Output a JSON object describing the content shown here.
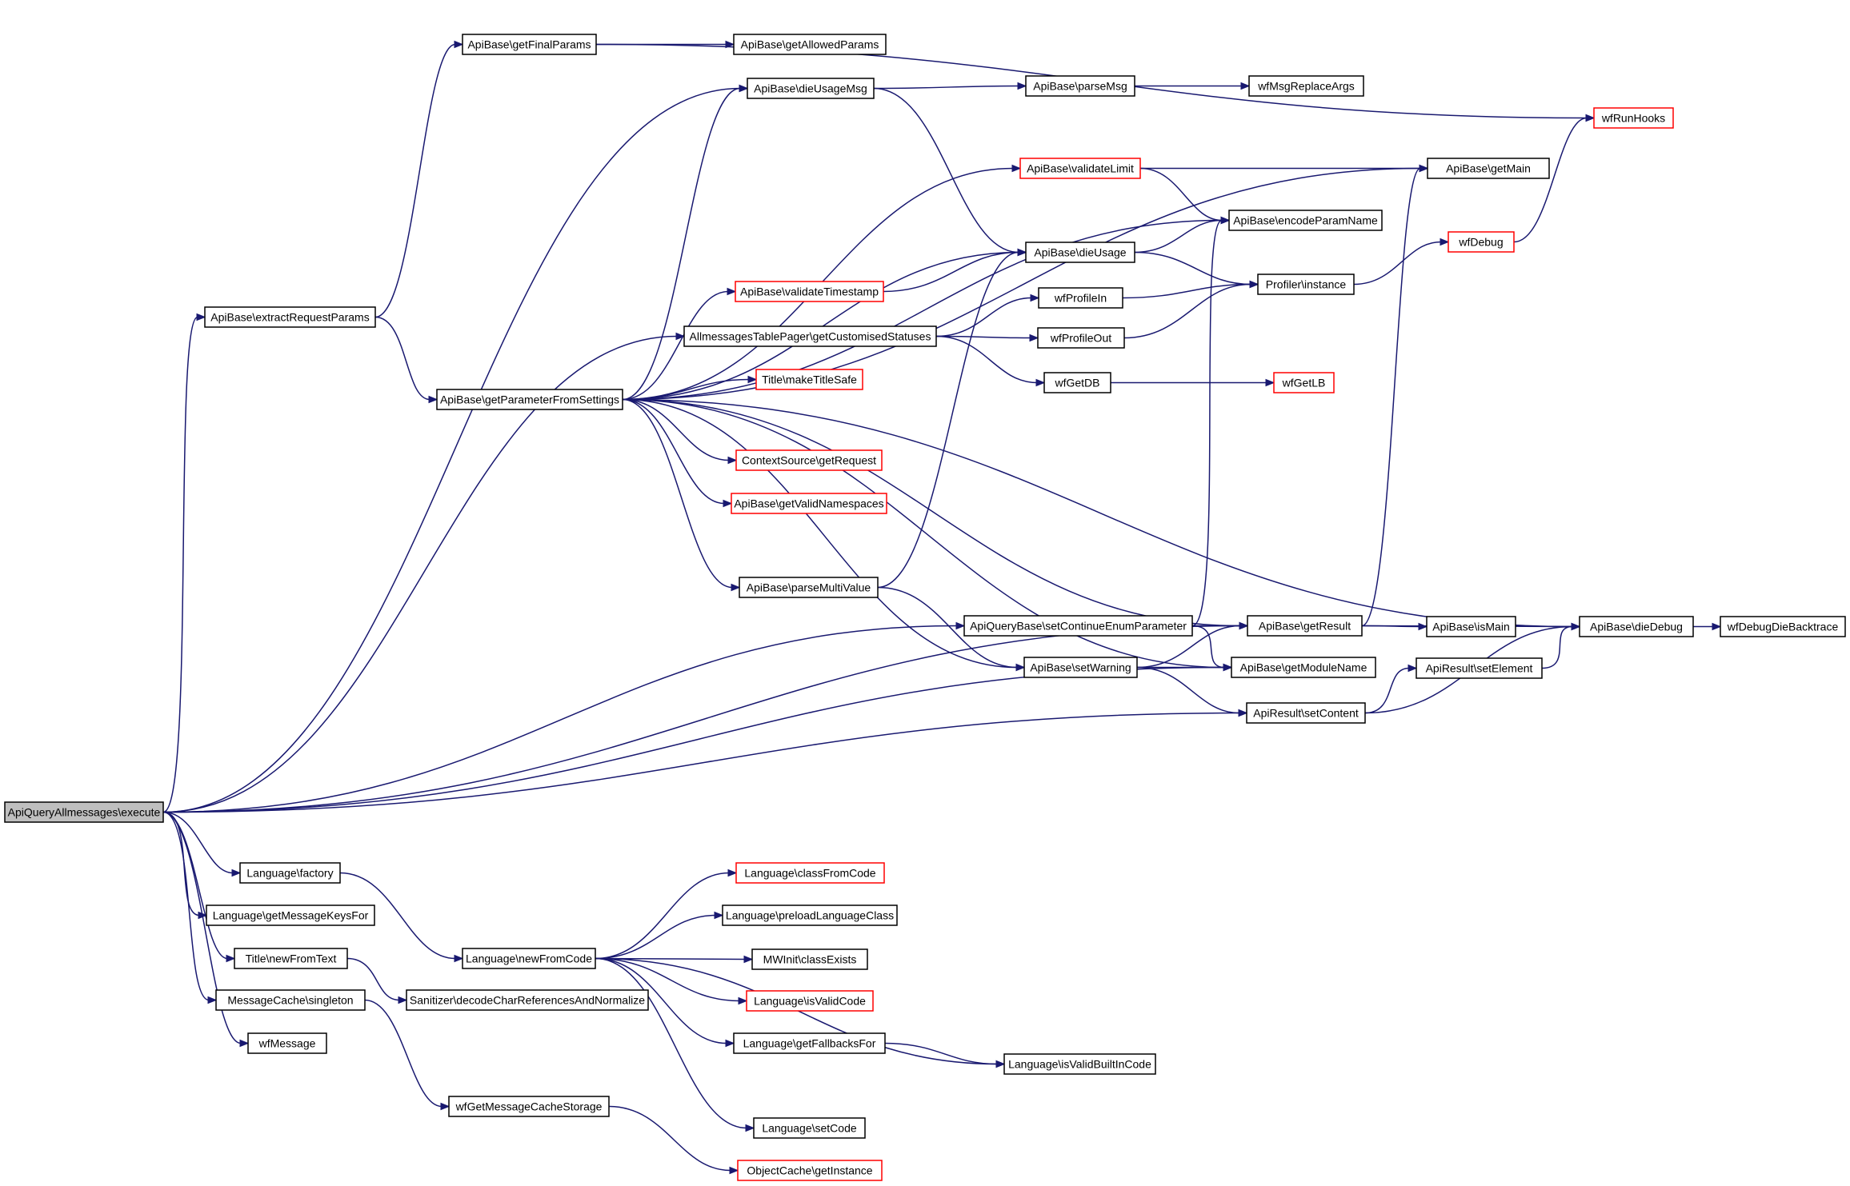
{
  "colors": {
    "edge": "#191970",
    "border_normal": "#000000",
    "border_truncated": "#ff0000",
    "root_fill": "#bfbfbf",
    "background": "#ffffff"
  },
  "nodes": [
    {
      "id": "root",
      "label": "ApiQueryAllmessages\\execute",
      "style": "root"
    },
    {
      "id": "getFinalParams",
      "label": "ApiBase\\getFinalParams",
      "style": "normal"
    },
    {
      "id": "getAllowedParams",
      "label": "ApiBase\\getAllowedParams",
      "style": "normal"
    },
    {
      "id": "dieUsageMsg",
      "label": "ApiBase\\dieUsageMsg",
      "style": "normal"
    },
    {
      "id": "parseMsg",
      "label": "ApiBase\\parseMsg",
      "style": "normal"
    },
    {
      "id": "wfMsgReplaceArgs",
      "label": "wfMsgReplaceArgs",
      "style": "normal"
    },
    {
      "id": "wfRunHooks",
      "label": "wfRunHooks",
      "style": "red"
    },
    {
      "id": "validateLimit",
      "label": "ApiBase\\validateLimit",
      "style": "red"
    },
    {
      "id": "getMain",
      "label": "ApiBase\\getMain",
      "style": "normal"
    },
    {
      "id": "encodeParamName",
      "label": "ApiBase\\encodeParamName",
      "style": "normal"
    },
    {
      "id": "dieUsage",
      "label": "ApiBase\\dieUsage",
      "style": "normal"
    },
    {
      "id": "wfDebug",
      "label": "wfDebug",
      "style": "red"
    },
    {
      "id": "validateTimestamp",
      "label": "ApiBase\\validateTimestamp",
      "style": "red"
    },
    {
      "id": "profilerInstance",
      "label": "Profiler\\instance",
      "style": "normal"
    },
    {
      "id": "wfProfileIn",
      "label": "wfProfileIn",
      "style": "normal"
    },
    {
      "id": "extractRequestParams",
      "label": "ApiBase\\extractRequestParams",
      "style": "normal"
    },
    {
      "id": "getCustomisedStatuses",
      "label": "AllmessagesTablePager\\getCustomisedStatuses",
      "style": "normal"
    },
    {
      "id": "wfProfileOut",
      "label": "wfProfileOut",
      "style": "normal"
    },
    {
      "id": "getParameterFromSettings",
      "label": "ApiBase\\getParameterFromSettings",
      "style": "normal"
    },
    {
      "id": "makeTitleSafe",
      "label": "Title\\makeTitleSafe",
      "style": "red"
    },
    {
      "id": "wfGetDB",
      "label": "wfGetDB",
      "style": "normal"
    },
    {
      "id": "wfGetLB",
      "label": "wfGetLB",
      "style": "red"
    },
    {
      "id": "getRequest",
      "label": "ContextSource\\getRequest",
      "style": "red"
    },
    {
      "id": "getValidNamespaces",
      "label": "ApiBase\\getValidNamespaces",
      "style": "red"
    },
    {
      "id": "parseMultiValue",
      "label": "ApiBase\\parseMultiValue",
      "style": "normal"
    },
    {
      "id": "setContinueEnumParameter",
      "label": "ApiQueryBase\\setContinueEnumParameter",
      "style": "normal"
    },
    {
      "id": "getResult",
      "label": "ApiBase\\getResult",
      "style": "normal"
    },
    {
      "id": "isMain",
      "label": "ApiBase\\isMain",
      "style": "normal"
    },
    {
      "id": "dieDebug",
      "label": "ApiBase\\dieDebug",
      "style": "normal"
    },
    {
      "id": "wfDebugDieBacktrace",
      "label": "wfDebugDieBacktrace",
      "style": "normal"
    },
    {
      "id": "setWarning",
      "label": "ApiBase\\setWarning",
      "style": "normal"
    },
    {
      "id": "getModuleName",
      "label": "ApiBase\\getModuleName",
      "style": "normal"
    },
    {
      "id": "setElement",
      "label": "ApiResult\\setElement",
      "style": "normal"
    },
    {
      "id": "setContent",
      "label": "ApiResult\\setContent",
      "style": "normal"
    },
    {
      "id": "langFactory",
      "label": "Language\\factory",
      "style": "normal"
    },
    {
      "id": "classFromCode",
      "label": "Language\\classFromCode",
      "style": "red"
    },
    {
      "id": "getMessageKeysFor",
      "label": "Language\\getMessageKeysFor",
      "style": "normal"
    },
    {
      "id": "preloadLanguageClass",
      "label": "Language\\preloadLanguageClass",
      "style": "normal"
    },
    {
      "id": "titleNewFromText",
      "label": "Title\\newFromText",
      "style": "normal"
    },
    {
      "id": "newFromCode",
      "label": "Language\\newFromCode",
      "style": "normal"
    },
    {
      "id": "classExists",
      "label": "MWInit\\classExists",
      "style": "normal"
    },
    {
      "id": "messageCacheSingleton",
      "label": "MessageCache\\singleton",
      "style": "normal"
    },
    {
      "id": "decodeChar",
      "label": "Sanitizer\\decodeCharReferencesAndNormalize",
      "style": "normal"
    },
    {
      "id": "isValidCode",
      "label": "Language\\isValidCode",
      "style": "red"
    },
    {
      "id": "wfMessage",
      "label": "wfMessage",
      "style": "normal"
    },
    {
      "id": "getFallbacksFor",
      "label": "Language\\getFallbacksFor",
      "style": "normal"
    },
    {
      "id": "isValidBuiltInCode",
      "label": "Language\\isValidBuiltInCode",
      "style": "normal"
    },
    {
      "id": "wfGetMessageCacheStorage",
      "label": "wfGetMessageCacheStorage",
      "style": "normal"
    },
    {
      "id": "setCode",
      "label": "Language\\setCode",
      "style": "normal"
    },
    {
      "id": "objectCacheGetInstance",
      "label": "ObjectCache\\getInstance",
      "style": "red"
    }
  ],
  "edges": [
    [
      "root",
      "dieUsageMsg"
    ],
    [
      "root",
      "extractRequestParams"
    ],
    [
      "root",
      "getCustomisedStatuses"
    ],
    [
      "root",
      "setContinueEnumParameter"
    ],
    [
      "root",
      "getResult"
    ],
    [
      "root",
      "getModuleName"
    ],
    [
      "root",
      "setContent"
    ],
    [
      "root",
      "langFactory"
    ],
    [
      "root",
      "getMessageKeysFor"
    ],
    [
      "root",
      "titleNewFromText"
    ],
    [
      "root",
      "messageCacheSingleton"
    ],
    [
      "root",
      "wfMessage"
    ],
    [
      "getFinalParams",
      "getAllowedParams"
    ],
    [
      "getFinalParams",
      "wfRunHooks"
    ],
    [
      "dieUsageMsg",
      "parseMsg"
    ],
    [
      "dieUsageMsg",
      "dieUsage"
    ],
    [
      "parseMsg",
      "wfMsgReplaceArgs"
    ],
    [
      "validateLimit",
      "getMain"
    ],
    [
      "validateLimit",
      "encodeParamName"
    ],
    [
      "dieUsage",
      "encodeParamName"
    ],
    [
      "dieUsage",
      "profilerInstance"
    ],
    [
      "wfDebug",
      "wfRunHooks"
    ],
    [
      "validateTimestamp",
      "dieUsage"
    ],
    [
      "profilerInstance",
      "wfDebug"
    ],
    [
      "wfProfileIn",
      "profilerInstance"
    ],
    [
      "extractRequestParams",
      "getFinalParams"
    ],
    [
      "extractRequestParams",
      "getParameterFromSettings"
    ],
    [
      "getCustomisedStatuses",
      "wfProfileIn"
    ],
    [
      "getCustomisedStatuses",
      "wfProfileOut"
    ],
    [
      "getCustomisedStatuses",
      "wfGetDB"
    ],
    [
      "wfProfileOut",
      "profilerInstance"
    ],
    [
      "getParameterFromSettings",
      "dieUsageMsg"
    ],
    [
      "getParameterFromSettings",
      "getMain"
    ],
    [
      "getParameterFromSettings",
      "validateLimit"
    ],
    [
      "getParameterFromSettings",
      "encodeParamName"
    ],
    [
      "getParameterFromSettings",
      "dieUsage"
    ],
    [
      "getParameterFromSettings",
      "validateTimestamp"
    ],
    [
      "getParameterFromSettings",
      "makeTitleSafe"
    ],
    [
      "getParameterFromSettings",
      "getRequest"
    ],
    [
      "getParameterFromSettings",
      "getValidNamespaces"
    ],
    [
      "getParameterFromSettings",
      "parseMultiValue"
    ],
    [
      "getParameterFromSettings",
      "getResult"
    ],
    [
      "getParameterFromSettings",
      "setWarning"
    ],
    [
      "getParameterFromSettings",
      "getModuleName"
    ],
    [
      "getParameterFromSettings",
      "dieDebug"
    ],
    [
      "wfGetDB",
      "wfGetLB"
    ],
    [
      "parseMultiValue",
      "dieUsage"
    ],
    [
      "parseMultiValue",
      "setWarning"
    ],
    [
      "setContinueEnumParameter",
      "encodeParamName"
    ],
    [
      "setContinueEnumParameter",
      "getResult"
    ],
    [
      "setContinueEnumParameter",
      "getModuleName"
    ],
    [
      "getResult",
      "getMain"
    ],
    [
      "getResult",
      "isMain"
    ],
    [
      "getResult",
      "dieDebug"
    ],
    [
      "dieDebug",
      "wfDebugDieBacktrace"
    ],
    [
      "setWarning",
      "getResult"
    ],
    [
      "setWarning",
      "getModuleName"
    ],
    [
      "setWarning",
      "setContent"
    ],
    [
      "setElement",
      "dieDebug"
    ],
    [
      "setContent",
      "setElement"
    ],
    [
      "setContent",
      "dieDebug"
    ],
    [
      "langFactory",
      "newFromCode"
    ],
    [
      "titleNewFromText",
      "decodeChar"
    ],
    [
      "newFromCode",
      "classFromCode"
    ],
    [
      "newFromCode",
      "preloadLanguageClass"
    ],
    [
      "newFromCode",
      "classExists"
    ],
    [
      "newFromCode",
      "isValidCode"
    ],
    [
      "newFromCode",
      "getFallbacksFor"
    ],
    [
      "newFromCode",
      "isValidBuiltInCode"
    ],
    [
      "newFromCode",
      "setCode"
    ],
    [
      "getFallbacksFor",
      "isValidBuiltInCode"
    ],
    [
      "messageCacheSingleton",
      "wfGetMessageCacheStorage"
    ],
    [
      "wfGetMessageCacheStorage",
      "objectCacheGetInstance"
    ]
  ]
}
